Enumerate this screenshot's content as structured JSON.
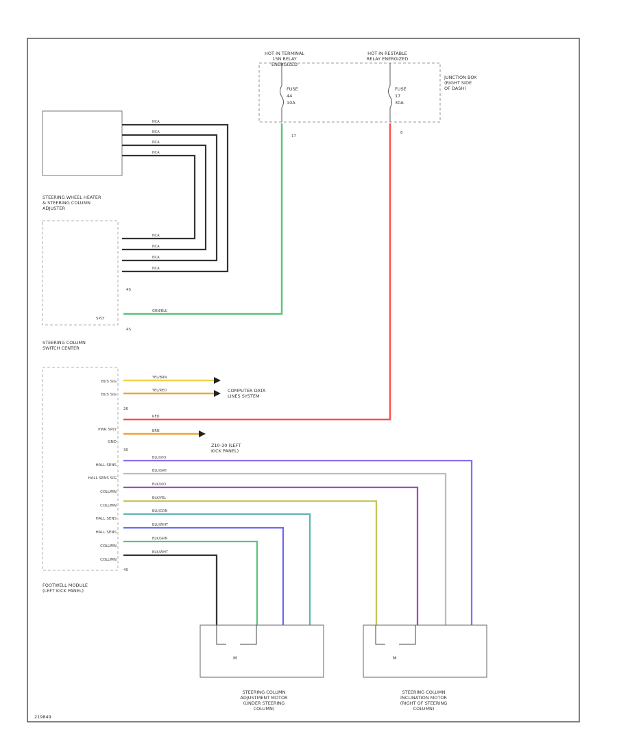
{
  "top_relays": {
    "left": "HOT IN TERMINAL 15N RELAY ENERGIZED",
    "right": "HOT IN RESTABLE RELAY ENERGIZED"
  },
  "fuses": {
    "left": {
      "name": "FUSE",
      "number": "44",
      "rating": "10A",
      "pin": "17"
    },
    "right": {
      "name": "FUSE",
      "number": "17",
      "rating": "30A",
      "pin": "6"
    }
  },
  "junction_box": "JUNCTION BOX (RIGHT SIDE OF DASH)",
  "adjuster": {
    "label": "STEERING WHEEL HEATER & STEERING COLUMN ADJUSTER",
    "wires": [
      "NCA",
      "NCA",
      "NCA",
      "NCA",
      "NCA",
      "NCA",
      "NCA",
      "NCA"
    ],
    "connector": "4S",
    "switch_label": "SPLY",
    "supply_wire": "GRN/BLU",
    "connector2": "4S"
  },
  "switch_center_label": "STEERING COLUMN SWITCH CENTER",
  "footwell": {
    "label": "FOOTWELL MODULE (LEFT KICK PANEL)",
    "conn1": "26",
    "conn2": "30",
    "conn3": "40",
    "bus_pins": [
      "BUS SIG",
      "BUS SIG"
    ],
    "bus_wires": [
      "YEL/BRN",
      "YEL/RED"
    ],
    "computer_data": "COMPUTER DATA LINES SYSTEM",
    "pwr_label": "PWR SPLY",
    "pwr_wire": "RED",
    "gnd_label": "GND",
    "gnd_wire": "BRN",
    "ground_label": "Z10-30 (LEFT KICK PANEL)",
    "hall_pins": [
      "HALL SENS",
      "HALL SENS SIG",
      "COLUMN",
      "COLUMN",
      "HALL SENS",
      "HALL SENS",
      "COLUMN",
      "COLUMN"
    ],
    "hall_wires": [
      "BLU/VIO",
      "BLU/GRY",
      "BLK/VIO",
      "BLK/YEL",
      "BLU/GRN",
      "BLU/WHT",
      "BLK/GRN",
      "BLK/WHT"
    ]
  },
  "motors": {
    "left": "STEERING COLUMN ADJUSTMENT MOTOR (UNDER STEERING COLUMN)",
    "right": "STEERING COLUMN INCLINATION MOTOR (RIGHT OF STEERING COLUMN)",
    "symbol": "M"
  },
  "footer_code": "219849",
  "colors": {
    "red": "#ff4d4d",
    "green": "#5cc27a",
    "teal": "#5db6b6",
    "yellow": "#f0d24a",
    "orange": "#f3a431",
    "violet": "#8a6cf0",
    "gray": "#bdbdbd",
    "purple": "#a04fae",
    "olive": "#c8c45a",
    "blue": "#6b6bf0",
    "dark": "#333333"
  }
}
